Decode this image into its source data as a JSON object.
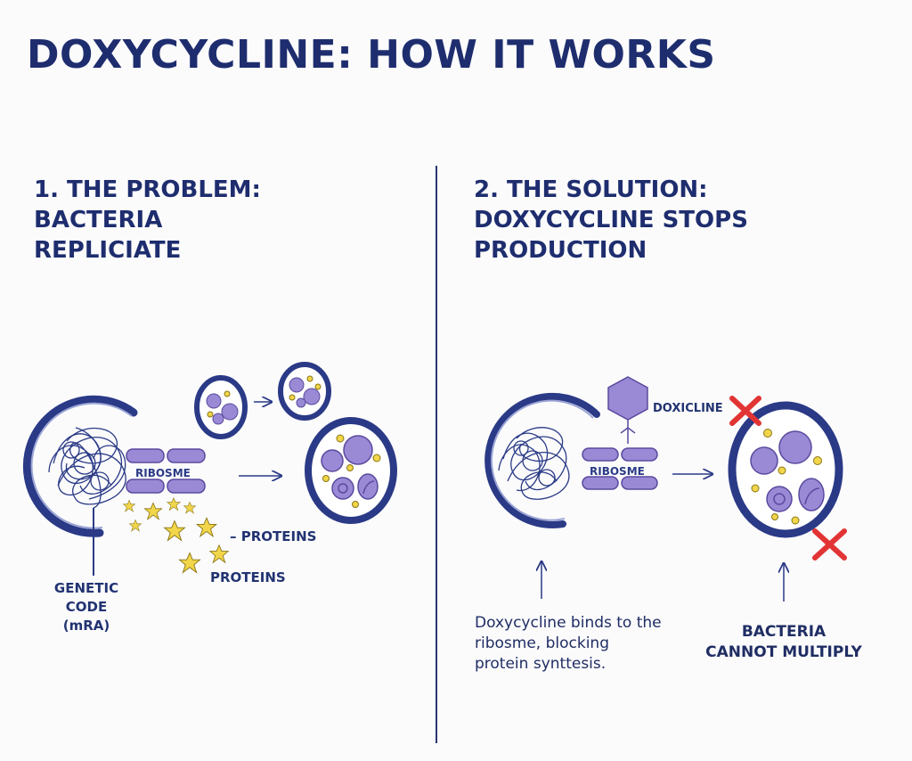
{
  "title": "DOXYCYCLINE: HOW IT WORKS",
  "left": {
    "heading": "1. THE PROBLEM:\nBACTERIA\nREPLICIATE",
    "ribosome_label": "RIBOSME",
    "proteins_label_1": "– PROTEINS",
    "proteins_label_2": "PROTEINS",
    "genetic_code_label": "GENETIC\nCODE\n(mRA)"
  },
  "right": {
    "heading": "2. THE SOLUTION:\nDOXYCYCLINE STOPS\nPRODUCTION",
    "drug_label": "DOXICLINE",
    "ribosome_label": "RIBOSME",
    "binds_caption": "Doxycycline binds to the\nribosme, blocking\nprotein synttesis.",
    "cannot_caption": "BACTERIA\nCANNOT MULTIPLY"
  },
  "colors": {
    "navy": "#2a3a86",
    "purple": "#9a8ad6",
    "purple_dark": "#5a4a9e",
    "yellow": "#f1d54a",
    "red": "#e23434"
  }
}
